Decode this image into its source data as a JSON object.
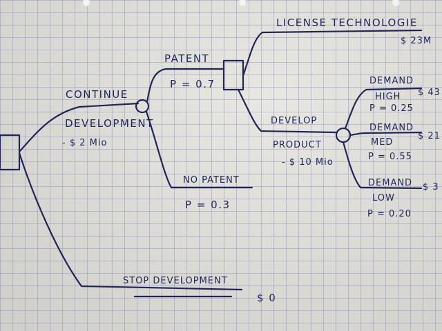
{
  "labels": {
    "continue": "CONTINUE",
    "development": "DEVELOPMENT",
    "dev_cost": "- $ 2 Mio",
    "patent": "PATENT",
    "p_patent": "P = 0.7",
    "no_patent": "NO PATENT",
    "p_no_patent": "P = 0.3",
    "license": "LICENSE TECHNOLOGIE",
    "license_value": "$ 23M",
    "develop": "DEVELOP",
    "product": "PRODUCT",
    "product_cost": "- $ 10 Mio",
    "demand_high": "DEMAND",
    "high": "HIGH",
    "high_value": "$ 43",
    "p_high": "P = 0.25",
    "demand_med": "DEMAND",
    "med": "MED",
    "med_value": "$ 21",
    "p_med": "P = 0.55",
    "demand_low": "DEMAND",
    "low": "LOW",
    "low_value": "$ 3",
    "p_low": "P = 0.20",
    "stop": "STOP DEVELOPMENT",
    "stop_value": "$ 0"
  },
  "colors": {
    "ink": "#1f2559",
    "paper": "#dcdbd6",
    "grid": "#8a8aa0"
  }
}
